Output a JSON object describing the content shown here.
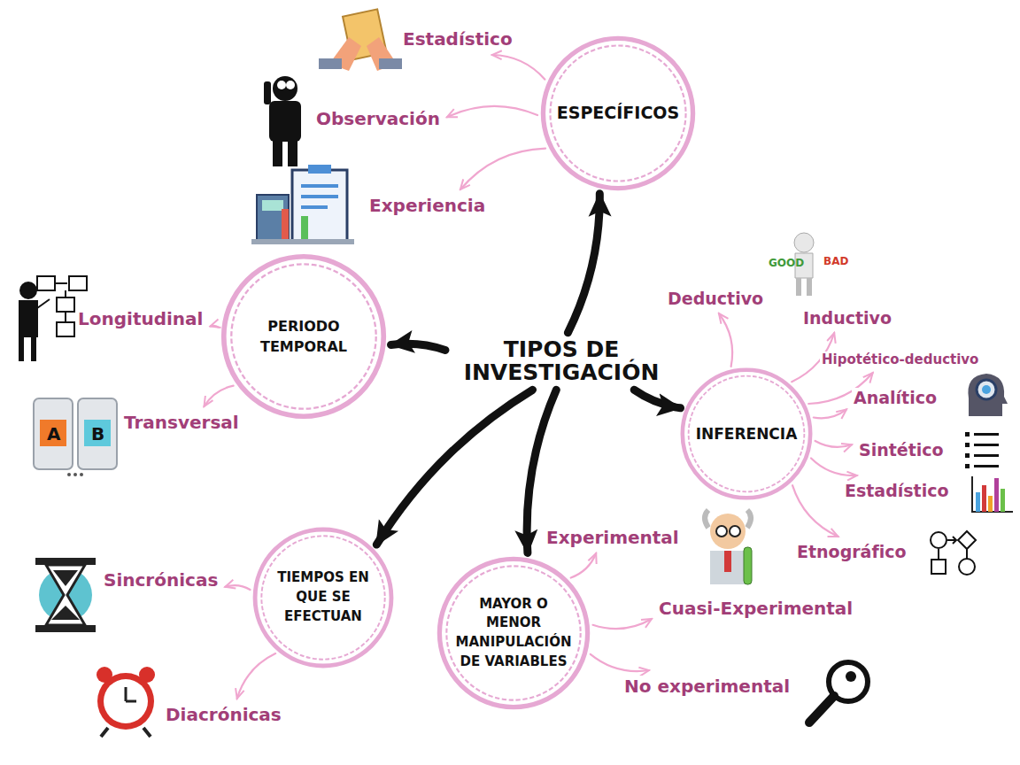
{
  "diagram": {
    "nodes": [
      {
        "text": [
          "TIPOS DE INVESTIGACIÓN"
        ]
      },
      {
        "text": [
          "ESPECÍFICOS"
        ]
      },
      {
        "text": [
          "Estadístico"
        ]
      },
      {
        "text": [
          "Observación"
        ]
      },
      {
        "text": [
          "Experiencia"
        ]
      },
      {
        "text": [
          "PERIODO TEMPORAL"
        ]
      },
      {
        "text": [
          "Longitudinal"
        ]
      },
      {
        "text": [
          "Transversal"
        ]
      },
      {
        "text": [
          "TIEMPOS EN QUE SE EFECTUAN"
        ]
      },
      {
        "text": [
          "Sincrónicas"
        ]
      },
      {
        "text": [
          "Diacrónicas"
        ]
      },
      {
        "text": [
          "MAYOR O MENOR MANIPULACIÓN DE VARIABLES"
        ]
      },
      {
        "text": [
          "Experimental"
        ]
      },
      {
        "text": [
          "Cuasi-Experimental"
        ]
      },
      {
        "text": [
          "No experimental"
        ]
      },
      {
        "text": [
          "INFERENCIA"
        ]
      },
      {
        "text": [
          "Deductivo"
        ]
      },
      {
        "text": [
          "Inductivo"
        ]
      },
      {
        "text": [
          "Hipotético-deductivo"
        ]
      },
      {
        "text": [
          "Analítico"
        ]
      },
      {
        "text": [
          "Sintético"
        ]
      },
      {
        "text": [
          "Estadístico"
        ]
      },
      {
        "text": [
          "Etnográfico"
        ]
      }
    ],
    "edges": [
      {
        "from": 0,
        "to": 1,
        "arrow": "to"
      },
      {
        "from": 0,
        "to": 5,
        "arrow": "to"
      },
      {
        "from": 0,
        "to": 8,
        "arrow": "to"
      },
      {
        "from": 0,
        "to": 11,
        "arrow": "to"
      },
      {
        "from": 0,
        "to": 15,
        "arrow": "to"
      },
      {
        "from": 1,
        "to": 2,
        "arrow": "to"
      },
      {
        "from": 1,
        "to": 3,
        "arrow": "to"
      },
      {
        "from": 1,
        "to": 4,
        "arrow": "to"
      },
      {
        "from": 5,
        "to": 6,
        "arrow": "to"
      },
      {
        "from": 5,
        "to": 7,
        "arrow": "to"
      },
      {
        "from": 8,
        "to": 9,
        "arrow": "to"
      },
      {
        "from": 8,
        "to": 10,
        "arrow": "to"
      },
      {
        "from": 11,
        "to": 12,
        "arrow": "to"
      },
      {
        "from": 11,
        "to": 13,
        "arrow": "to"
      },
      {
        "from": 11,
        "to": 14,
        "arrow": "to"
      },
      {
        "from": 15,
        "to": 16,
        "arrow": "to"
      },
      {
        "from": 15,
        "to": 17,
        "arrow": "to"
      },
      {
        "from": 15,
        "to": 18,
        "arrow": "to"
      },
      {
        "from": 15,
        "to": 19,
        "arrow": "to"
      },
      {
        "from": 15,
        "to": 20,
        "arrow": "to"
      },
      {
        "from": 15,
        "to": 21,
        "arrow": "to"
      },
      {
        "from": 15,
        "to": 22,
        "arrow": "to"
      }
    ],
    "labels": [
      "GOOD",
      "BAD",
      "A",
      "B"
    ]
  }
}
